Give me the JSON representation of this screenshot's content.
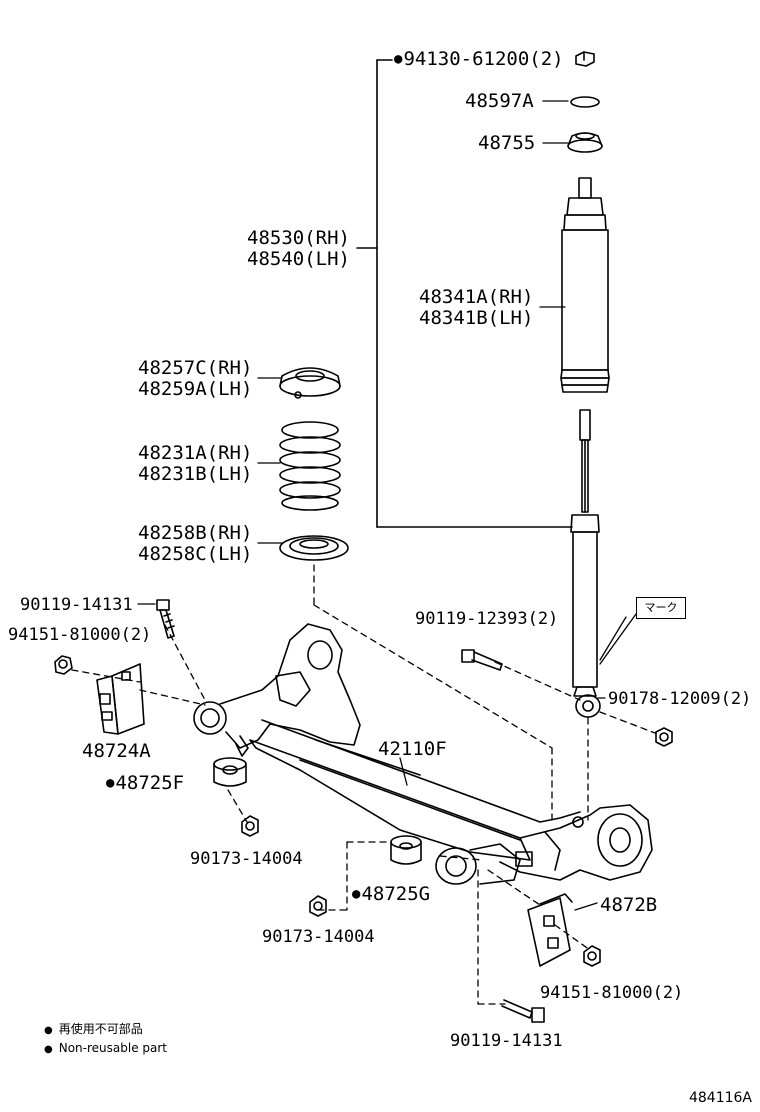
{
  "labels": {
    "nut_top": "94130-61200(2)",
    "p48597a": "48597A",
    "p48755": "48755",
    "shock_rh": "48530(RH)",
    "shock_lh": "48540(LH)",
    "boot_rh": "48341A(RH)",
    "boot_lh": "48341B(LH)",
    "upper_seat_rh": "48257C(RH)",
    "upper_seat_lh": "48259A(LH)",
    "spring_rh": "48231A(RH)",
    "spring_lh": "48231B(LH)",
    "lower_seat_rh": "48258B(RH)",
    "lower_seat_lh": "48258C(LH)",
    "bolt_left_top": "90119-14131",
    "nut_left": "94151-81000(2)",
    "bolt_mid": "90119-12393(2)",
    "mark": "マーク",
    "nut_right_shock": "90178-12009(2)",
    "bracket_left": "48724A",
    "bush_left": "48725F",
    "beam": "42110F",
    "nut_left_low": "90173-14004",
    "bush_right": "48725G",
    "nut_right_low": "90173-14004",
    "bracket_right": "4872B",
    "nut_right": "94151-81000(2)",
    "bolt_bottom": "90119-14131"
  },
  "legend": {
    "jp": "再使用不可部品",
    "en": "Non-reusable part"
  },
  "figure_number": "484116A"
}
